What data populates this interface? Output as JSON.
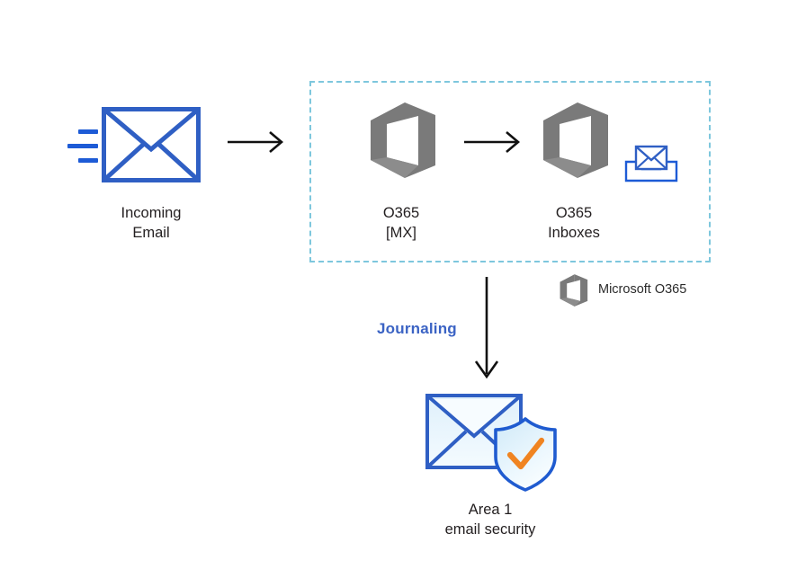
{
  "diagram": {
    "title_text_present": false,
    "colors": {
      "envelope_blue": "#2f5fc4",
      "speedline_blue": "#1d5bd6",
      "office_gray": "#757575",
      "dashed_teal": "#7ec7dd",
      "journaling_blue": "#3b63c4",
      "shield_orange": "#f08421",
      "arrow_black": "#111111",
      "envelope_fill_light": "#e8f3fb",
      "background": "#ffffff"
    },
    "nodes": {
      "incoming_email": {
        "label": "Incoming\nEmail",
        "icon": "envelope-icon"
      },
      "o365_mx": {
        "label": "O365\n[MX]",
        "icon": "office-365-icon"
      },
      "o365_inboxes": {
        "label": "O365\nInboxes",
        "icon": "office-365-icon",
        "secondary_icon": "inbox-tray-envelope-icon"
      },
      "area1": {
        "label": "Area 1\nemail security",
        "icon": "envelope-shield-check-icon"
      }
    },
    "edges": {
      "incoming_to_mx": {
        "label": "",
        "icon": "arrow-right-icon"
      },
      "mx_to_inboxes": {
        "label": "",
        "icon": "arrow-right-icon"
      },
      "inboxes_to_area1": {
        "label": "Journaling",
        "icon": "arrow-down-icon"
      }
    },
    "legend": {
      "label": "Microsoft O365",
      "icon": "office-365-icon"
    },
    "group_box": {
      "name": "microsoft-o365-boundary",
      "style": "dashed"
    }
  }
}
